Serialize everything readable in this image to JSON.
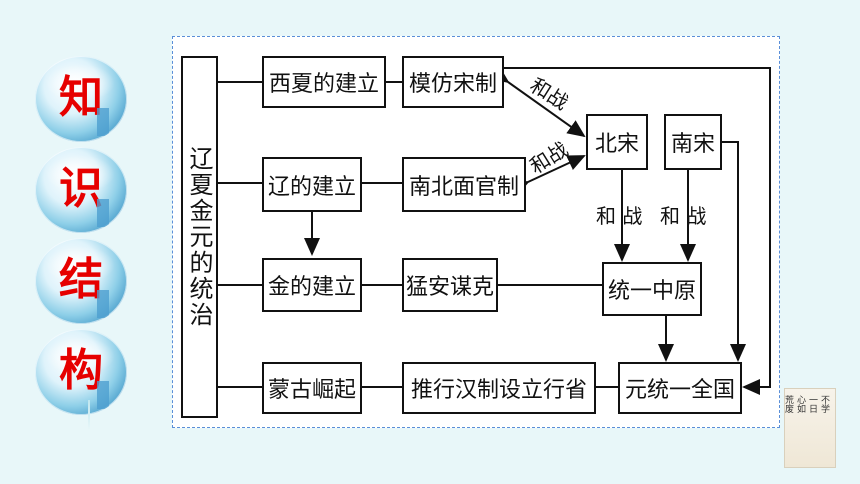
{
  "side_title": [
    "知",
    "识",
    "结",
    "构"
  ],
  "diagram": {
    "root": "辽夏金元的统治",
    "nodes": {
      "xixia": "西夏的建立",
      "liao": "辽的建立",
      "jin": "金的建立",
      "menggu": "蒙古崛起",
      "mofang": "模仿宋制",
      "nanbei": "南北面官制",
      "mengan": "猛安谋克",
      "tuixing": "推行汉制设立行省",
      "beisong": "北宋",
      "nansong": "南宋",
      "tongyi_zhongyuan": "统一中原",
      "yuan": "元统一全国"
    },
    "labels": {
      "hezhan_top": "和战",
      "hezhan_mid": "和战",
      "hezhan_bs": "和 战",
      "hezhan_ns": "和 战"
    }
  },
  "scroll_art": {
    "lines": [
      "不学",
      "一日",
      "心如",
      "荒废"
    ]
  }
}
